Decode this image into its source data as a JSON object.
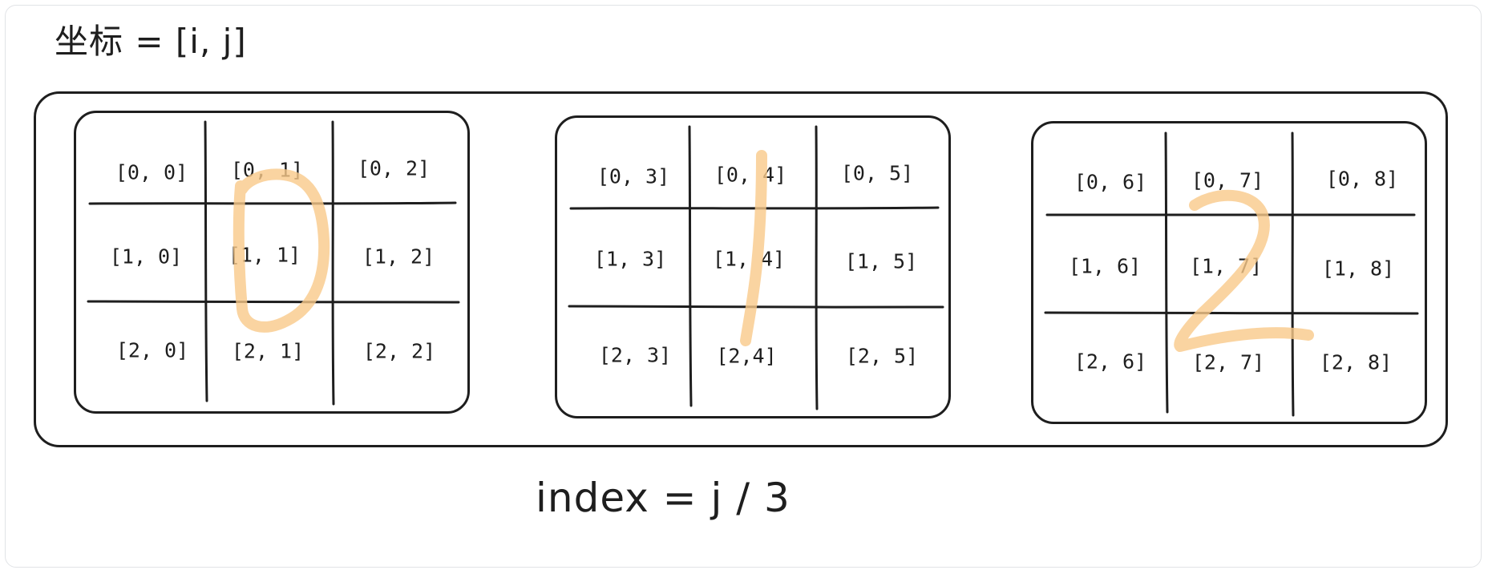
{
  "title": "坐标 = [i, j]",
  "formula": "index = j / 3",
  "accent_color": "#f9c98a",
  "blocks": [
    {
      "index_label": "0",
      "cells": [
        "[0, 0]",
        "[0, 1]",
        "[0, 2]",
        "[1, 0]",
        "[1, 1]",
        "[1, 2]",
        "[2, 0]",
        "[2, 1]",
        "[2, 2]"
      ]
    },
    {
      "index_label": "1",
      "cells": [
        "[0, 3]",
        "[0, 4]",
        "[0, 5]",
        "[1, 3]",
        "[1, 4]",
        "[1, 5]",
        "[2, 3]",
        "[2,4]",
        "[2, 5]"
      ]
    },
    {
      "index_label": "2",
      "cells": [
        "[0, 6]",
        "[0, 7]",
        "[0, 8]",
        "[1, 6]",
        "[1, 7]",
        "[1, 8]",
        "[2, 6]",
        "[2, 7]",
        "[2, 8]"
      ]
    }
  ]
}
